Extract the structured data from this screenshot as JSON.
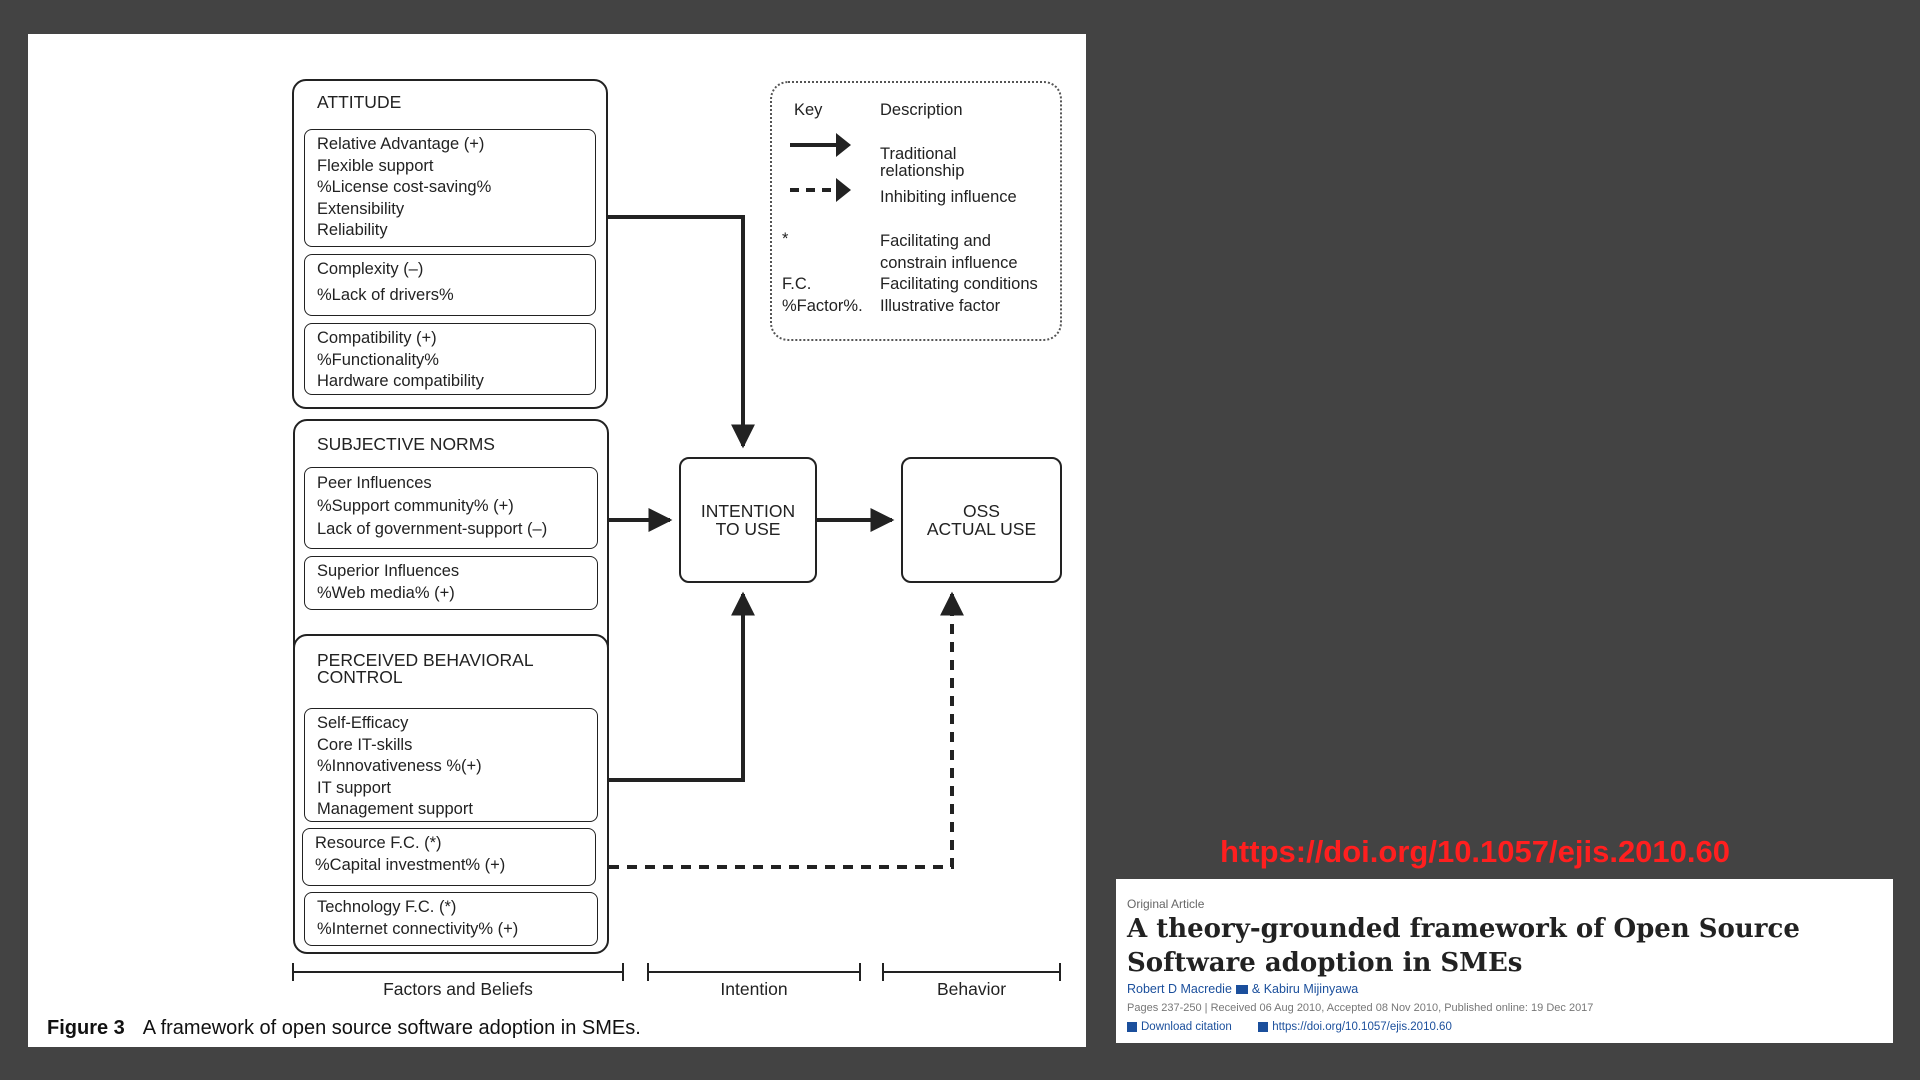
{
  "figure": {
    "attitude": {
      "title": "ATTITUDE",
      "groups": [
        [
          "Relative Advantage (+)",
          "Flexible support",
          "%License cost-saving%",
          "Extensibility",
          "Reliability"
        ],
        [
          "Complexity (–)",
          "%Lack of drivers%"
        ],
        [
          "Compatibility (+)",
          "%Functionality%",
          "Hardware compatibility"
        ]
      ]
    },
    "subjective_norms": {
      "title": "SUBJECTIVE NORMS",
      "groups": [
        [
          "Peer Influences",
          "%Support community% (+)",
          "Lack of government-support (–)"
        ],
        [
          "Superior Influences",
          "%Web media% (+)"
        ]
      ]
    },
    "perceived_behavioral_control": {
      "title_line1": "PERCEIVED BEHAVIORAL",
      "title_line2": "CONTROL",
      "groups": [
        [
          "Self-Efficacy",
          "Core IT-skills",
          "%Innovativeness %(+)",
          "IT support",
          "Management support"
        ],
        [
          "Resource F.C. (*)",
          "%Capital investment% (+)"
        ],
        [
          "Technology F.C. (*)",
          "%Internet connectivity% (+)"
        ]
      ]
    },
    "intention": {
      "line1": "INTENTION",
      "line2": "TO USE"
    },
    "actual_use": {
      "line1": "OSS",
      "line2": "ACTUAL USE"
    },
    "key": {
      "header_key": "Key",
      "header_desc": "Description",
      "traditional_1": "Traditional",
      "traditional_2": "relationship",
      "inhibiting": "Inhibiting influence",
      "sym_star": "*",
      "facilitating_1": "Facilitating and",
      "facilitating_2": "constrain influence",
      "sym_fc": "F.C.",
      "fc_desc": "Facilitating conditions",
      "sym_factor": "%Factor%.",
      "factor_desc": "Illustrative factor"
    },
    "stages": {
      "factors": "Factors and Beliefs",
      "intention": "Intention",
      "behavior": "Behavior"
    },
    "caption_label": "Figure 3",
    "caption_text": "A framework of open source software adoption in SMEs."
  },
  "doi_link": "https://doi.org/10.1057/ejis.2010.60",
  "article": {
    "type": "Original Article",
    "title": "A theory-grounded framework of Open Source Software adoption in SMEs",
    "author1": "Robert D Macredie",
    "author2": "& Kabiru Mijinyawa",
    "meta": "Pages 237-250 | Received 06 Aug 2010, Accepted 08 Nov 2010, Published online: 19 Dec 2017",
    "download": "Download citation",
    "doi": "https://doi.org/10.1057/ejis.2010.60"
  }
}
